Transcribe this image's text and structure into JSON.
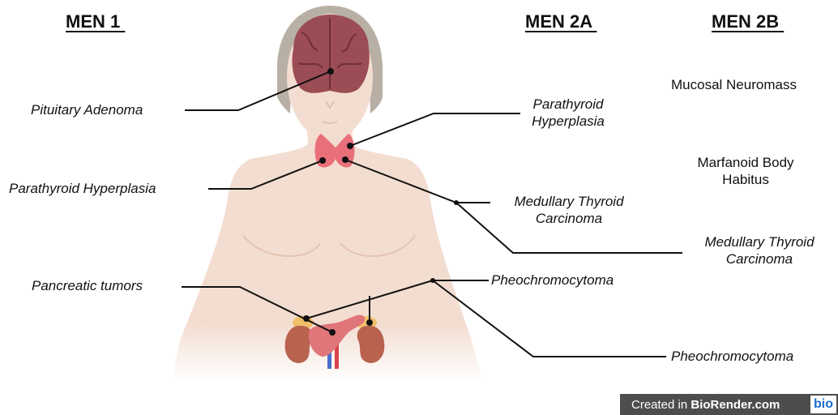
{
  "headings": {
    "men1": "MEN 1 ",
    "men2a": "MEN 2A ",
    "men2b": "MEN 2B "
  },
  "men1_labels": {
    "pituitary": "Pituitary Adenoma",
    "parathyroid": "Parathyroid Hyperplasia",
    "pancreatic": "Pancreatic tumors"
  },
  "men2a_labels": {
    "parathyroid_line1": "Parathyroid",
    "parathyroid_line2": "Hyperplasia",
    "medullary_line1": "Medullary Thyroid",
    "medullary_line2": "Carcinoma",
    "pheo": "Pheochromocytoma"
  },
  "men2b_labels": {
    "mucosal": "Mucosal Neuromass",
    "marfanoid_line1": "Marfanoid Body",
    "marfanoid_line2": "Habitus",
    "medullary_line1": "Medullary Thyroid",
    "medullary_line2": "Carcinoma",
    "pheo": "Pheochromocytoma"
  },
  "badge": {
    "prefix": "Created in ",
    "brand": "BioRender.com",
    "logo": "bio"
  },
  "colors": {
    "skin": "#f3ddd0",
    "hair": "#b8b0a4",
    "brain": "#9c4c54",
    "thyroid": "#e96f7b",
    "kidney": "#b9634f",
    "pancreas": "#e07679",
    "adrenal": "#f1c06b"
  }
}
